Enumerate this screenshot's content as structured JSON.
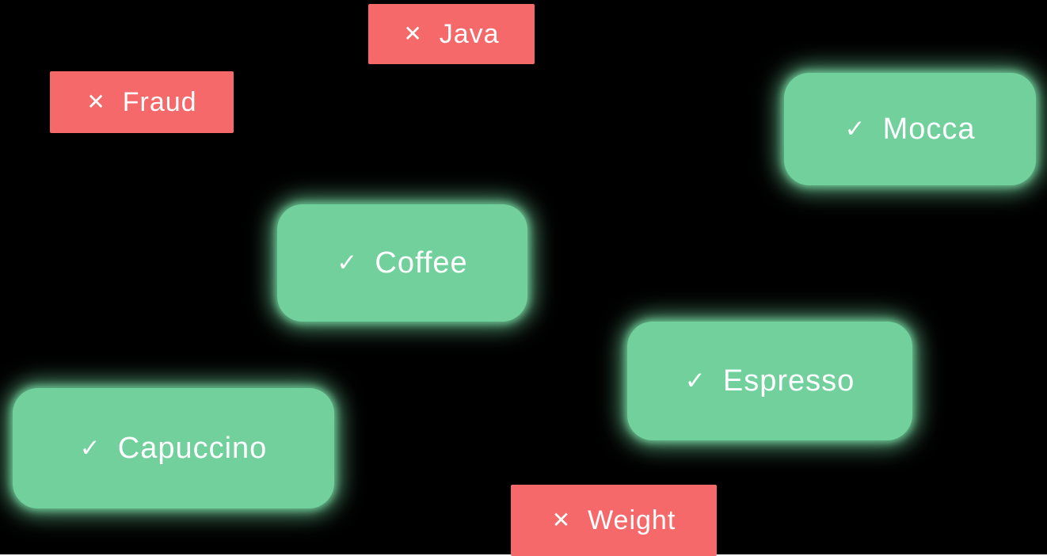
{
  "canvas": {
    "background": "#000000"
  },
  "colors": {
    "accepted": "#72d09c",
    "rejected": "#f5696a",
    "text": "#ffffff"
  },
  "icons": {
    "x": "✕",
    "check": "✓"
  },
  "tags": [
    {
      "label": "Java",
      "state": "rejected",
      "icon": "x"
    },
    {
      "label": "Fraud",
      "state": "rejected",
      "icon": "x"
    },
    {
      "label": "Mocca",
      "state": "accepted",
      "icon": "check"
    },
    {
      "label": "Coffee",
      "state": "accepted",
      "icon": "check"
    },
    {
      "label": "Espresso",
      "state": "accepted",
      "icon": "check"
    },
    {
      "label": "Capuccino",
      "state": "accepted",
      "icon": "check"
    },
    {
      "label": "Weight",
      "state": "rejected",
      "icon": "x"
    }
  ]
}
